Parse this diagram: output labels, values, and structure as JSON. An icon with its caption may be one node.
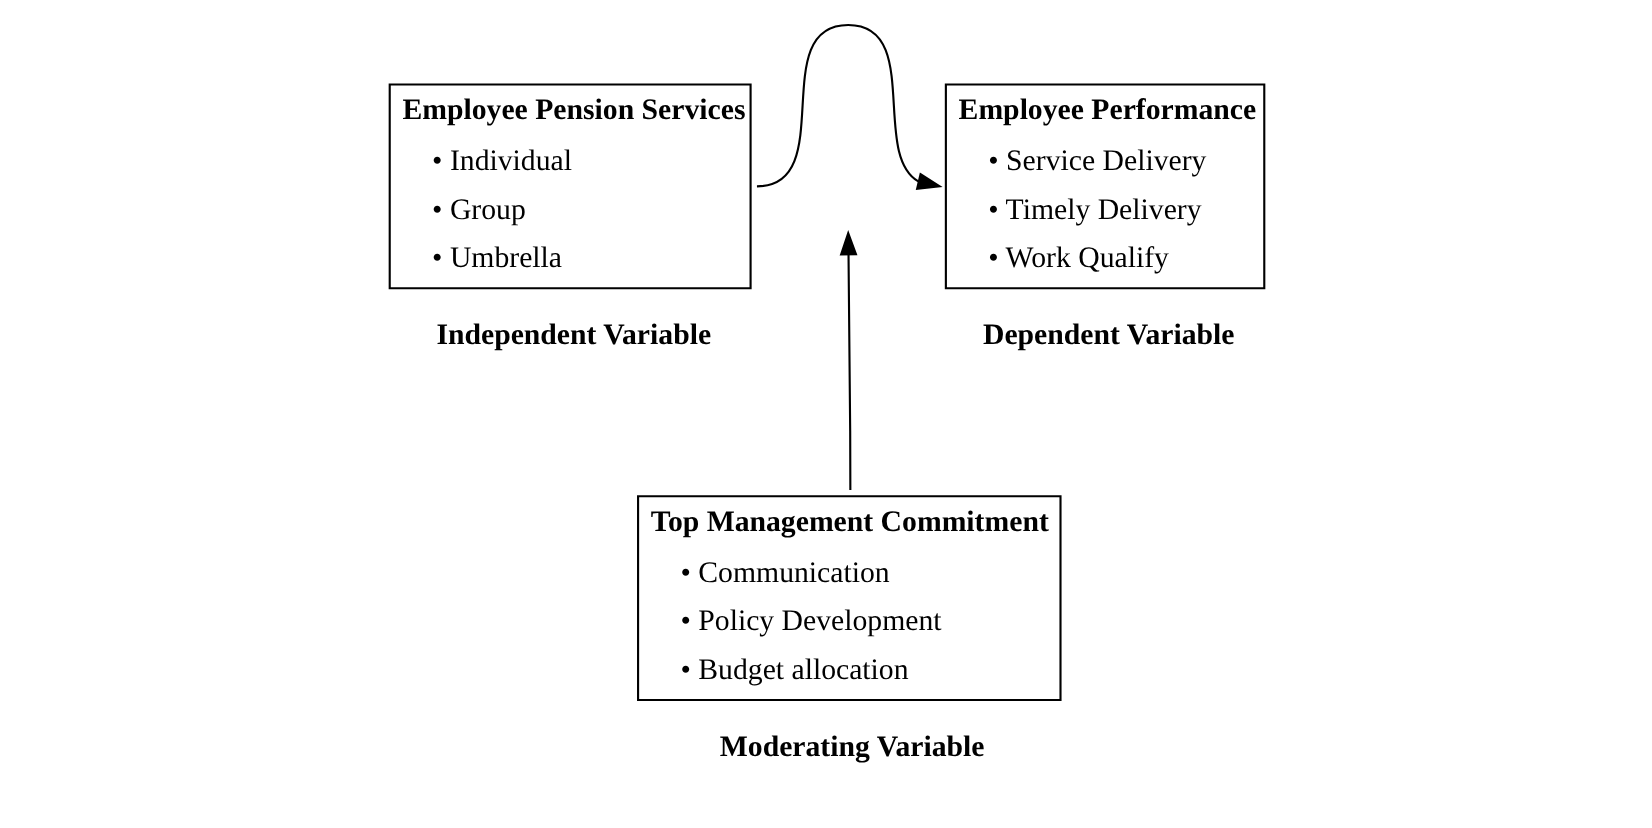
{
  "diagram": {
    "nodes": [
      {
        "text": [
          "Employee Pension Services",
          "• Individual",
          "• Group",
          "• Umbrella"
        ],
        "beside": [
          "Independent Variable"
        ]
      },
      {
        "text": [
          "Employee Performance",
          "• Service Delivery",
          "• Timely Delivery",
          "• Work Qualify"
        ],
        "beside": [
          "Dependent Variable"
        ]
      },
      {
        "text": [
          "Top Management Commitment",
          "• Communication",
          "• Policy Development",
          "• Budget allocation"
        ],
        "beside": [
          "Moderating Variable"
        ]
      }
    ],
    "edges": [
      {
        "from": 0,
        "to": 1,
        "arrow": "to"
      },
      {
        "from": 2,
        "to": null,
        "arrow": "to"
      }
    ]
  }
}
